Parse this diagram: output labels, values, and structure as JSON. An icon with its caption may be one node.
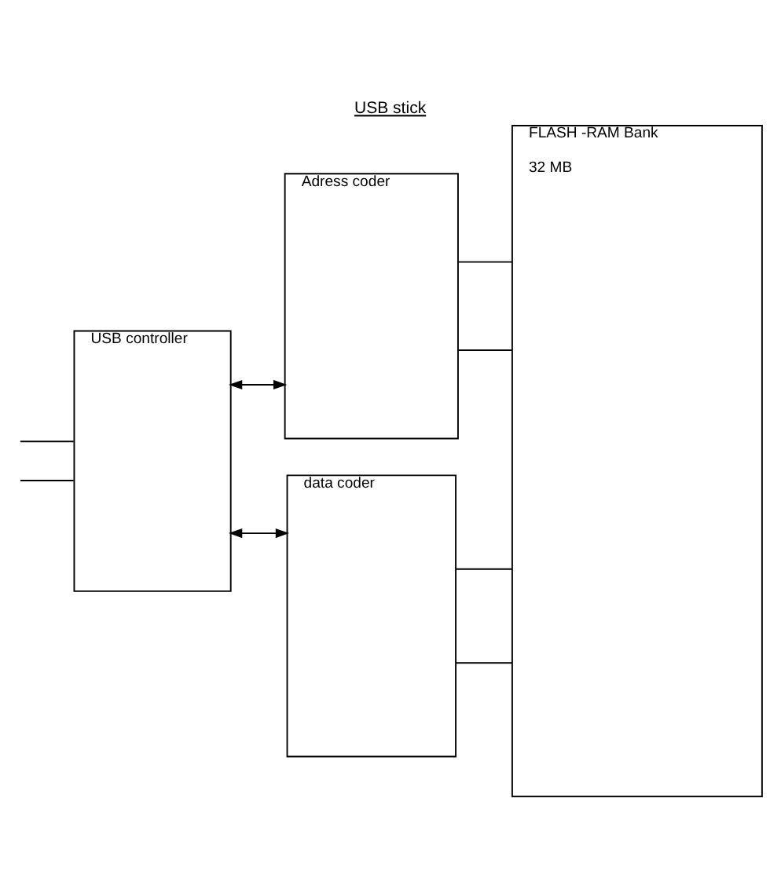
{
  "diagram": {
    "title": "USB stick",
    "nodes": [
      {
        "text": [
          "USB controller"
        ]
      },
      {
        "text": [
          "Adress coder"
        ]
      },
      {
        "text": [
          "data coder"
        ]
      },
      {
        "text": [
          "FLASH -RAM Bank",
          "32 MB"
        ]
      }
    ],
    "edges": [
      {
        "from": null,
        "to": 0,
        "arrow": "none"
      },
      {
        "from": null,
        "to": 0,
        "arrow": "none"
      },
      {
        "from": 0,
        "to": 1,
        "arrow": "both"
      },
      {
        "from": 0,
        "to": 2,
        "arrow": "both"
      },
      {
        "from": 1,
        "to": 3,
        "arrow": "none"
      },
      {
        "from": 1,
        "to": 3,
        "arrow": "none"
      },
      {
        "from": 2,
        "to": 3,
        "arrow": "none"
      },
      {
        "from": 2,
        "to": 3,
        "arrow": "none"
      }
    ]
  }
}
